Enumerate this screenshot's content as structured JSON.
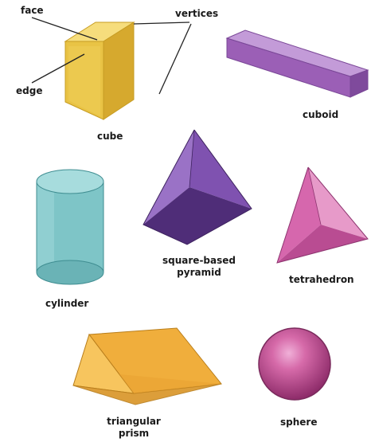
{
  "labels": {
    "face": "face",
    "vertices": "vertices",
    "edge": "edge",
    "cube": "cube",
    "cuboid": "cuboid",
    "cylinder": "cylinder",
    "pyramid_line1": "square-based",
    "pyramid_line2": "pyramid",
    "tetrahedron": "tetrahedron",
    "prism_line1": "triangular",
    "prism_line2": "prism",
    "sphere": "sphere"
  },
  "colors": {
    "cube": "#e9c345",
    "cuboid": "#9b5fb6",
    "cylinder": "#7ec5c7",
    "pyramid": "#6b3f9a",
    "tetrahedron": "#d667ad",
    "prism": "#f0ae3c",
    "sphere": "#c64a94",
    "pointer_line": "#222222"
  }
}
